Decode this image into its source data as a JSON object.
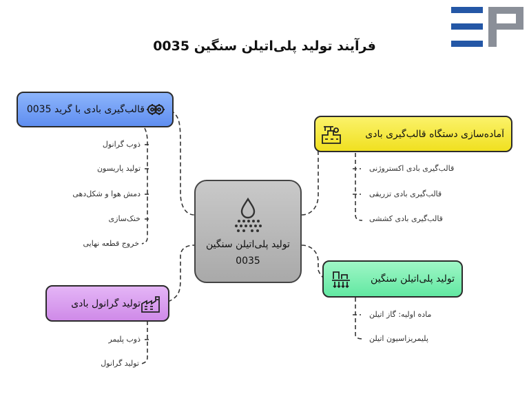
{
  "title": "فرآیند تولید پلی‌اتیلن سنگین 0035",
  "center": {
    "label": "تولید پلی‌اتیلن سنگین 0035",
    "icon": "sprinkle-drop-icon"
  },
  "branches": {
    "blow_molding": {
      "label": "قالب‌گیری بادی با گرید 0035",
      "color": "#6f9bf3",
      "icon": "gears-icon",
      "items": [
        "ذوب گرانول",
        "تولید پاریسون",
        "دمش هوا و شکل‌دهی",
        "خنک‌سازی",
        "خروج قطعه نهایی"
      ]
    },
    "granule": {
      "label": "تولید گرانول بادی",
      "color": "#d89bf0",
      "icon": "factory-icon",
      "items": [
        "ذوب پلیمر",
        "تولید گرانول"
      ]
    },
    "machine_prep": {
      "label": "آماده‌سازی دستگاه قالب‌گیری بادی",
      "color": "#f5e83a",
      "icon": "machine-icon",
      "items": [
        "قالب‌گیری بادی اکستروژنی",
        "قالب‌گیری بادی تزریقی",
        "قالب‌گیری بادی کششی"
      ]
    },
    "production": {
      "label": "تولید پلی‌اتیلن سنگین",
      "color": "#7ff0b3",
      "icon": "production-line-icon",
      "items": [
        "ماده اولیه: گاز اتیلن",
        "پلیمریزاسیون اتیلن"
      ]
    }
  }
}
